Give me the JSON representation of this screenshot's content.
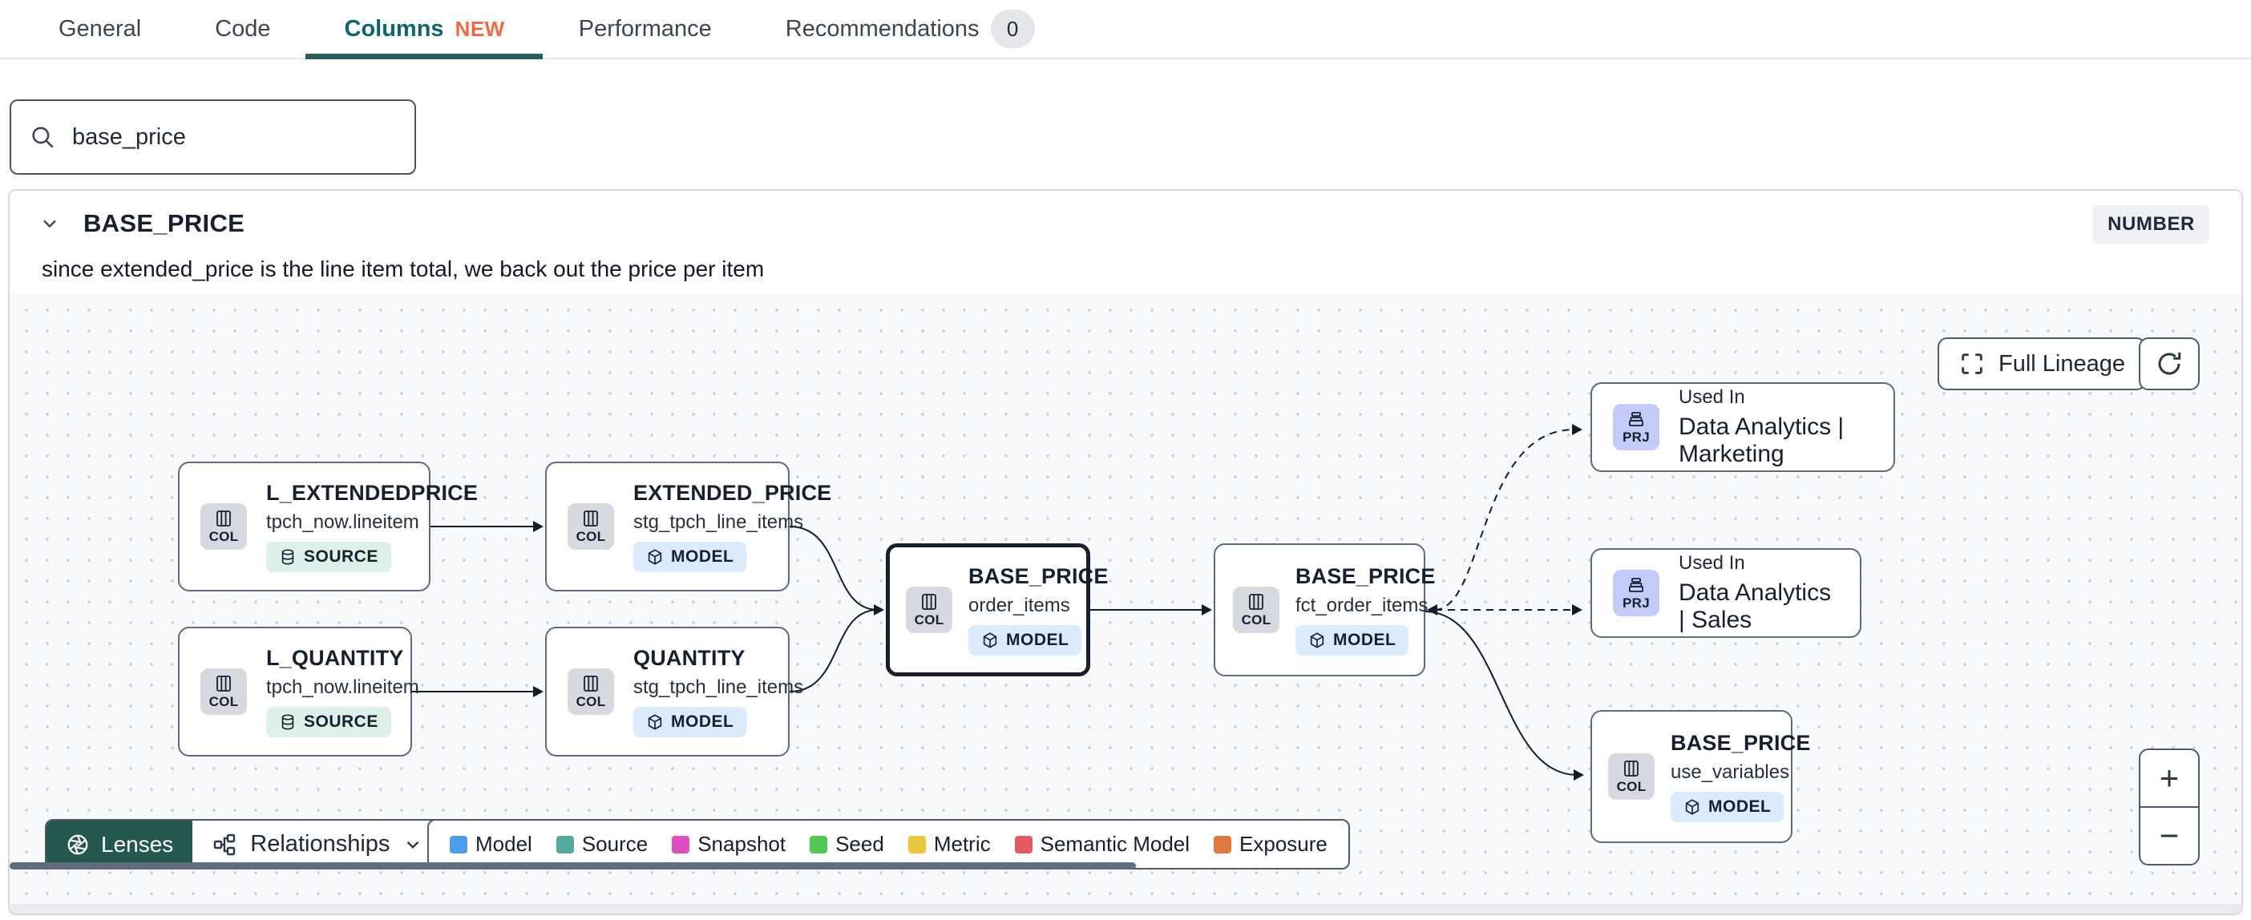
{
  "tabs": [
    {
      "label": "General"
    },
    {
      "label": "Code"
    },
    {
      "label": "Columns",
      "badge": "NEW",
      "active": true
    },
    {
      "label": "Performance"
    },
    {
      "label": "Recommendations",
      "badge": "0"
    }
  ],
  "search": {
    "value": "base_price"
  },
  "column": {
    "name": "BASE_PRICE",
    "type": "NUMBER",
    "description": "since extended_price is the line item total, we back out the price per item"
  },
  "lineage": {
    "controls": {
      "full_lineage": "Full Lineage",
      "zoom_in": "+",
      "zoom_out": "−"
    },
    "nodes": [
      {
        "chip": "COL",
        "title": "L_EXTENDEDPRICE",
        "subtitle": "tpch_now.lineitem",
        "badge": "SOURCE"
      },
      {
        "chip": "COL",
        "title": "EXTENDED_PRICE",
        "subtitle": "stg_tpch_line_items",
        "badge": "MODEL"
      },
      {
        "chip": "COL",
        "title": "L_QUANTITY",
        "subtitle": "tpch_now.lineitem",
        "badge": "SOURCE"
      },
      {
        "chip": "COL",
        "title": "QUANTITY",
        "subtitle": "stg_tpch_line_items",
        "badge": "MODEL"
      },
      {
        "chip": "COL",
        "title": "BASE_PRICE",
        "subtitle": "order_items",
        "badge": "MODEL",
        "selected": true
      },
      {
        "chip": "COL",
        "title": "BASE_PRICE",
        "subtitle": "fct_order_items",
        "badge": "MODEL"
      },
      {
        "chip": "PRJ",
        "eyebrow": "Used In",
        "title": "Data Analytics | Marketing"
      },
      {
        "chip": "PRJ",
        "eyebrow": "Used In",
        "title": "Data Analytics | Sales"
      },
      {
        "chip": "COL",
        "title": "BASE_PRICE",
        "subtitle": "use_variables",
        "badge": "MODEL"
      }
    ],
    "toolbar": {
      "lenses": "Lenses",
      "relationships": "Relationships"
    },
    "legend": [
      {
        "label": "Model",
        "color": "#4a9eeb"
      },
      {
        "label": "Source",
        "color": "#55a89e"
      },
      {
        "label": "Snapshot",
        "color": "#df4fc0"
      },
      {
        "label": "Seed",
        "color": "#54c854"
      },
      {
        "label": "Metric",
        "color": "#eac73e"
      },
      {
        "label": "Semantic Model",
        "color": "#e35b62"
      },
      {
        "label": "Exposure",
        "color": "#e0793f"
      }
    ]
  },
  "colors": {
    "accent_teal": "#11656a",
    "new_badge": "#ed6a43",
    "lenses_bg": "#24574e"
  }
}
